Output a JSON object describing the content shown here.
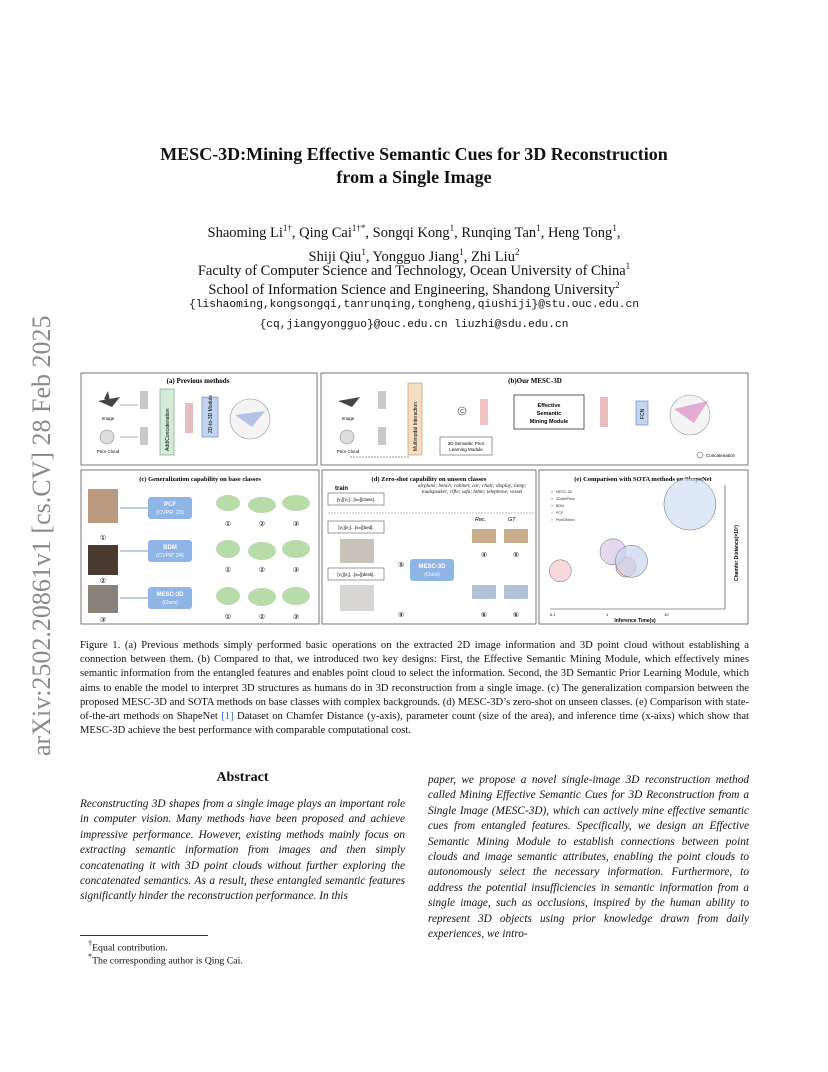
{
  "arxiv_id": "arXiv:2502.20861v1  [cs.CV]  28 Feb 2025",
  "title_line1": "MESC-3D:Mining Effective Semantic Cues for 3D Reconstruction",
  "title_line2": "from a Single Image",
  "authors": {
    "a1": "Shaoming Li",
    "a1_sup": "1†",
    "a2": "Qing Cai",
    "a2_sup": "1†*",
    "a3": "Songqi Kong",
    "a3_sup": "1",
    "a4": "Runqing Tan",
    "a4_sup": "1",
    "a5": "Heng Tong",
    "a5_sup": "1",
    "a6": "Shiji Qiu",
    "a6_sup": "1",
    "a7": "Yongguo Jiang",
    "a7_sup": "1",
    "a8": "Zhi Liu",
    "a8_sup": "2"
  },
  "affiliation1": "Faculty of Computer Science and Technology, Ocean University of China",
  "affiliation1_sup": "1",
  "affiliation2": "School of Information Science and Engineering, Shandong University",
  "affiliation2_sup": "2",
  "email1": "{lishaoming,kongsongqi,tanrunqing,tongheng,qiushiji}@stu.ouc.edu.cn",
  "email2": "{cq,jiangyongguo}@ouc.edu.cn  liuzhi@sdu.edu.cn",
  "figure": {
    "panel_a": "(a) Previous methods",
    "panel_b": "(b)Our MESC-3D",
    "panel_c": "(c) Generalization capability on base classes",
    "panel_d": "(d) Zero-shot capability on unseen classes",
    "panel_e": "(e) Comparison with SOTA methods on ShapeNet",
    "image": "Image",
    "prior_cloud": "Prior Cloud",
    "add_concat": "Add/Concatenation",
    "module_2d3d": "2D-to-3D Module",
    "multimodal": "Multimodal Interaction",
    "esmm_1": "Effective",
    "esmm_2": "Semantic",
    "esmm_3": "Mining Module",
    "prior_1": "3D Semantic Prior",
    "prior_2": "Learning Module",
    "fcn": "FCN",
    "concat_legend": "Concatenation",
    "concat_glyph": "C",
    "pcf": "PCF",
    "pcf_venue": "(CVPR' 23)",
    "bdm": "BDM",
    "bdm_venue": "(CVPR' 24)",
    "mesc": "MESC-3D",
    "mesc_ours": "(Ours)",
    "train": "train",
    "unseen_classes": "airplane; bench; cabinet; car; chair; display; lamp; loudspeaker; rifle; sofa; table; telephone; vessel",
    "token_row": "[v₁][v₂]...[vₘ][class].",
    "token_bed": "[v₁][v₂]...[vₘ][bed].",
    "token_desk": "[v₁][v₂]...[vₘ][desk].",
    "rec": "Rec.",
    "gt": "GT",
    "legend": [
      "MESC-3D",
      "3DAttriFlow",
      "BDM",
      "PCF",
      "Pixel2Mesh"
    ],
    "xaxis": "Inference Time(s)",
    "yaxis": "Chamfer Distance(×10³)",
    "tick_x0": "0.1",
    "tick_x1": "1",
    "tick_x2": "10",
    "nums": [
      "①",
      "②",
      "③",
      "④",
      "⑤",
      "⑥"
    ]
  },
  "chart_data": {
    "type": "scatter",
    "title": "(e) Comparison with SOTA methods on ShapeNet",
    "xlabel": "Inference Time(s)",
    "ylabel": "Chamfer Distance(×10³)",
    "x_scale": "log",
    "xlim": [
      0.1,
      100
    ],
    "series": [
      {
        "name": "MESC-3D",
        "x": 2.0,
        "y": 0.52,
        "color": "#f2b6b6"
      },
      {
        "name": "3DAttriFlow",
        "x": 1.2,
        "y": 0.6,
        "color": "#d9c7e6"
      },
      {
        "name": "BDM",
        "x": 2.5,
        "y": 0.55,
        "color": "#c7d6ee"
      },
      {
        "name": "PCF",
        "x": 25,
        "y": 0.85,
        "color": "#cfdff4"
      },
      {
        "name": "Pixel2Mesh",
        "x": 0.15,
        "y": 0.5,
        "color": "#f3c9cf"
      }
    ]
  },
  "caption": {
    "p1": "Figure 1.  (a) Previous methods simply performed basic operations on the extracted 2D image information and 3D point cloud without establishing a connection between them. (b) Compared to that, we introduced two key designs: First, the Effective Semantic Mining Module, which effectively mines semantic information from the entangled features and enables point cloud to select the information. Second, the 3D Semantic Prior Learning Module, which aims to enable the model to interpret 3D structures as humans do in 3D reconstruction from a single image.  (c) The generalization comparsion between the proposed MESC-3D and SOTA methods on base classes with complex backgrounds.  (d) MESC-3D’s zero-shot on unseen classes.  (e) Comparison with state-of-the-art methods on ShapeNet ",
    "ref": "[1]",
    "p2": " Dataset on Chamfer Distance (y-axis), parameter count (size of the area), and inference time (x-aixs) which show that MESC-3D achieve the best performance with comparable computational cost."
  },
  "abstract_title": "Abstract",
  "abstract_left": "Reconstructing 3D shapes from a single image plays an important role in computer vision. Many methods have been proposed and achieve impressive performance. However, existing methods mainly focus on extracting semantic information from images and then simply concatenating it with 3D point clouds without further exploring the concatenated semantics. As a result, these entangled semantic features significantly hinder the reconstruction performance. In this",
  "abstract_right": "paper, we propose a novel single-image 3D reconstruction method called Mining Effective Semantic Cues for 3D Reconstruction from a Single Image (MESC-3D), which can actively mine effective semantic cues from entangled features. Specifically, we design an Effective Semantic Mining Module to establish connections between point clouds and image semantic attributes, enabling the point clouds to autonomously select the necessary information. Furthermore, to address the potential insufficiencies in semantic information from a single image, such as occlusions, inspired by the human ability to represent 3D objects using prior knowledge drawn from daily experiences, we intro-",
  "footnote1": "Equal contribution.",
  "footnote1_mark": "†",
  "footnote2": "The corresponding author is Qing Cai.",
  "footnote2_mark": "*"
}
